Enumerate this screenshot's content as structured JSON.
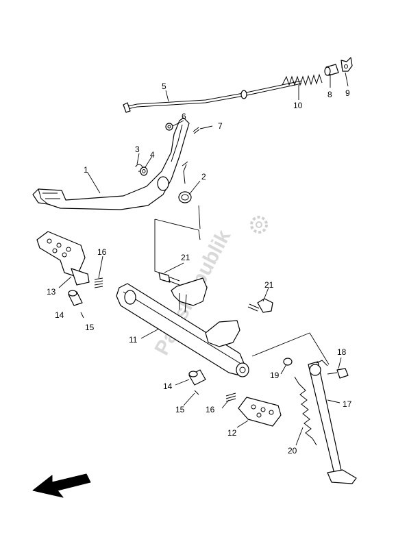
{
  "watermark": {
    "text": "PartsRepublik",
    "icon": "gear-icon"
  },
  "callouts": [
    {
      "id": "c1",
      "label": "1"
    },
    {
      "id": "c2",
      "label": "2"
    },
    {
      "id": "c3",
      "label": "3"
    },
    {
      "id": "c4",
      "label": "4"
    },
    {
      "id": "c5",
      "label": "5"
    },
    {
      "id": "c6",
      "label": "6"
    },
    {
      "id": "c7",
      "label": "7"
    },
    {
      "id": "c8",
      "label": "8"
    },
    {
      "id": "c9",
      "label": "9"
    },
    {
      "id": "c10",
      "label": "10"
    },
    {
      "id": "c11",
      "label": "11"
    },
    {
      "id": "c12",
      "label": "12"
    },
    {
      "id": "c13",
      "label": "13"
    },
    {
      "id": "c14a",
      "label": "14"
    },
    {
      "id": "c14b",
      "label": "14"
    },
    {
      "id": "c15a",
      "label": "15"
    },
    {
      "id": "c15b",
      "label": "15"
    },
    {
      "id": "c16a",
      "label": "16"
    },
    {
      "id": "c16b",
      "label": "16"
    },
    {
      "id": "c17",
      "label": "17"
    },
    {
      "id": "c18",
      "label": "18"
    },
    {
      "id": "c19",
      "label": "19"
    },
    {
      "id": "c20",
      "label": "20"
    },
    {
      "id": "c21a",
      "label": "21"
    },
    {
      "id": "c21b",
      "label": "21"
    }
  ],
  "front_arrow_icon": "arrow-left-down-icon"
}
